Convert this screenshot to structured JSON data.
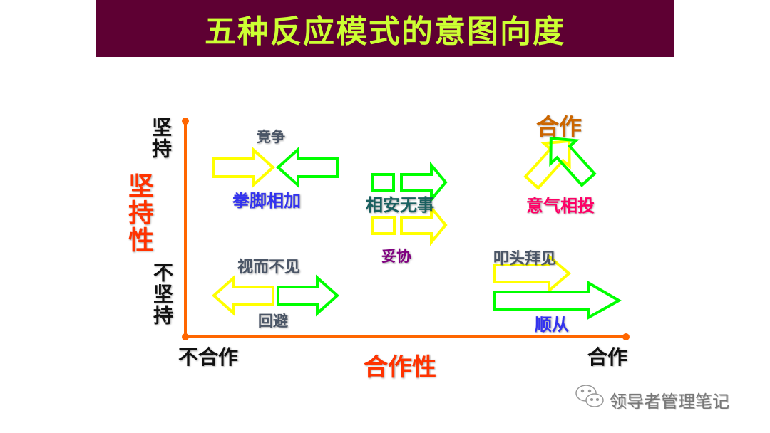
{
  "title": "五种反应模式的意图向度",
  "axes": {
    "y_label": "坚持性",
    "y_top": "坚持",
    "y_bottom": "不坚持",
    "x_label": "合作性",
    "x_left": "不合作",
    "x_right": "合作"
  },
  "modes": {
    "competition": {
      "label": "竞争",
      "sub": "拳脚相加"
    },
    "compromise": {
      "label": "相安无事",
      "sub": "妥协"
    },
    "collaboration": {
      "label": "合作",
      "sub": "意气相投"
    },
    "avoidance": {
      "label": "视而不见",
      "sub": "回避"
    },
    "accommodation": {
      "label": "叩头拜见",
      "sub": "顺从"
    }
  },
  "colors": {
    "title_bg": "#5e0033",
    "title_text": "#ccff33",
    "axis": "#ff6600",
    "self_arrow": "#ffff00",
    "other_arrow": "#00ff00"
  },
  "watermark": {
    "icon": "wechat-icon",
    "text": "领导者管理笔记"
  }
}
